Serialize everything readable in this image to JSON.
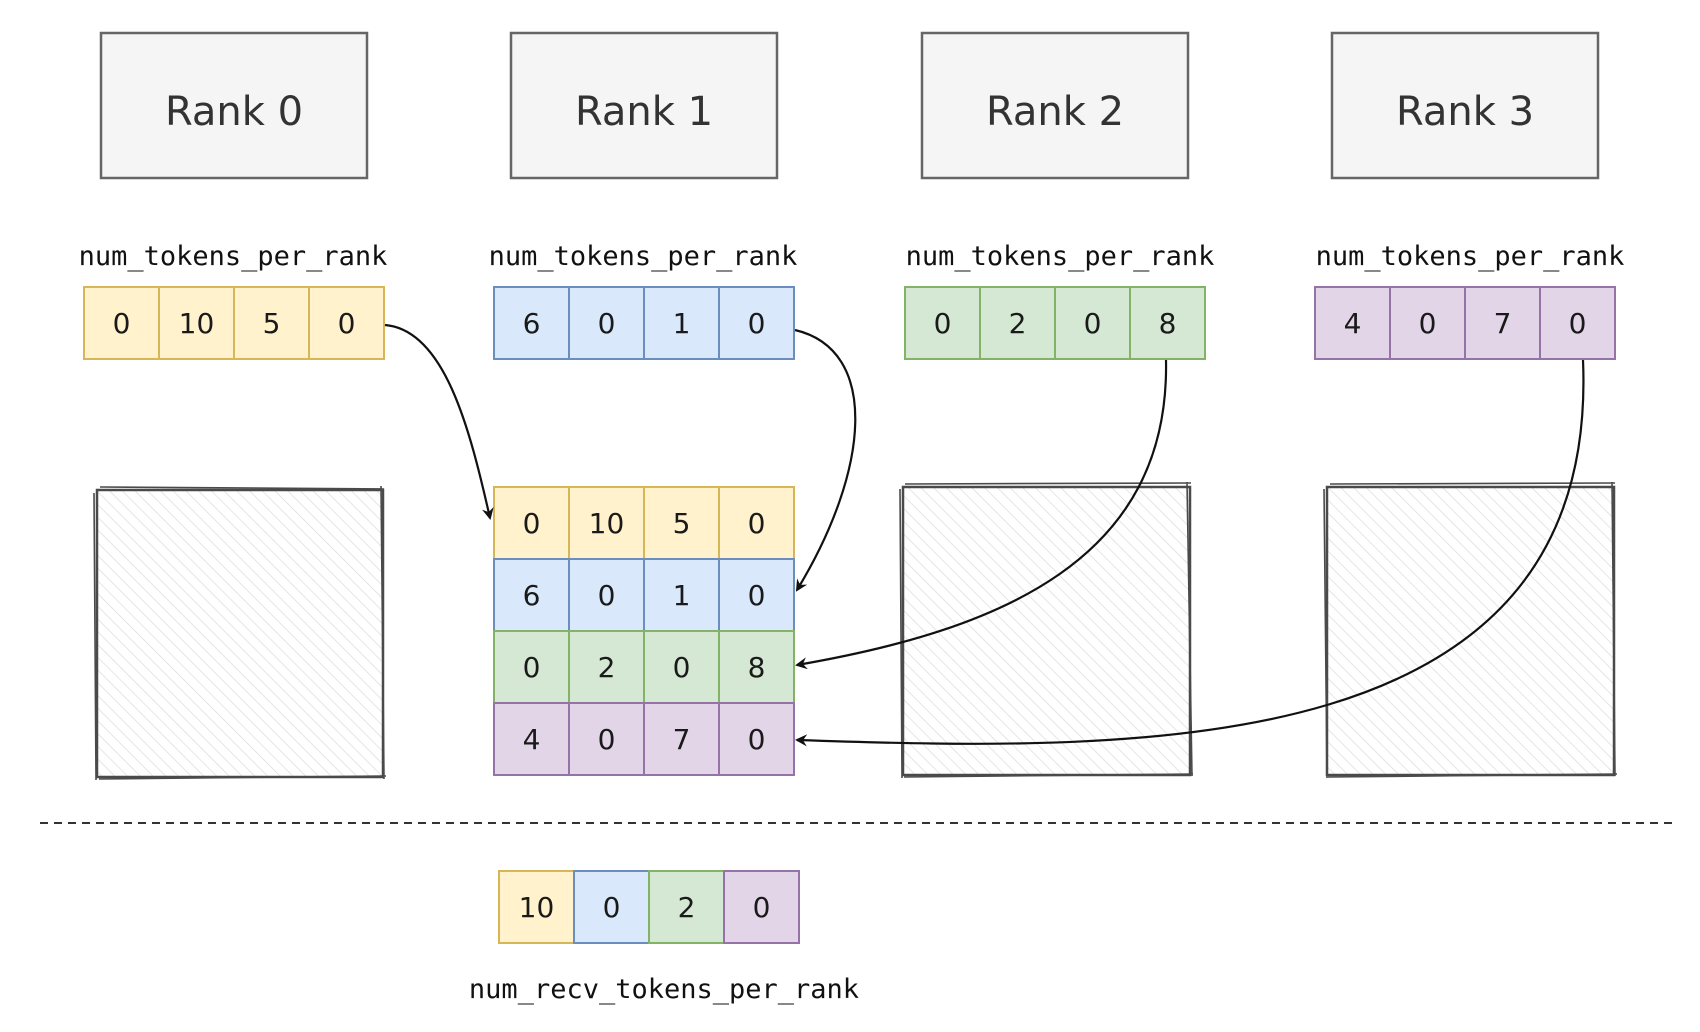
{
  "ranks": [
    {
      "label": "Rank 0",
      "array_label": "num_tokens_per_rank",
      "values": [
        "0",
        "10",
        "5",
        "0"
      ],
      "color": "yellow"
    },
    {
      "label": "Rank 1",
      "array_label": "num_tokens_per_rank",
      "values": [
        "6",
        "0",
        "1",
        "0"
      ],
      "color": "blue"
    },
    {
      "label": "Rank 2",
      "array_label": "num_tokens_per_rank",
      "values": [
        "0",
        "2",
        "0",
        "8"
      ],
      "color": "green"
    },
    {
      "label": "Rank 3",
      "array_label": "num_tokens_per_rank",
      "values": [
        "4",
        "0",
        "7",
        "0"
      ],
      "color": "purple"
    }
  ],
  "gathered_matrix": {
    "rows": [
      {
        "values": [
          "0",
          "10",
          "5",
          "0"
        ],
        "color": "yellow"
      },
      {
        "values": [
          "6",
          "0",
          "1",
          "0"
        ],
        "color": "blue"
      },
      {
        "values": [
          "0",
          "2",
          "0",
          "8"
        ],
        "color": "green"
      },
      {
        "values": [
          "4",
          "0",
          "7",
          "0"
        ],
        "color": "purple"
      }
    ]
  },
  "recv": {
    "values": [
      "10",
      "0",
      "2",
      "0"
    ],
    "colors": [
      "yellow",
      "blue",
      "green",
      "purple"
    ],
    "label": "num_recv_tokens_per_rank"
  },
  "palette": {
    "yellow": {
      "fill": "#fff2cc",
      "stroke": "#d6b656"
    },
    "blue": {
      "fill": "#dae8fc",
      "stroke": "#6c8ebf"
    },
    "green": {
      "fill": "#d5e8d4",
      "stroke": "#82b366"
    },
    "purple": {
      "fill": "#e1d5e7",
      "stroke": "#9673a6"
    }
  },
  "icons": [
    "arrowhead-icon"
  ]
}
